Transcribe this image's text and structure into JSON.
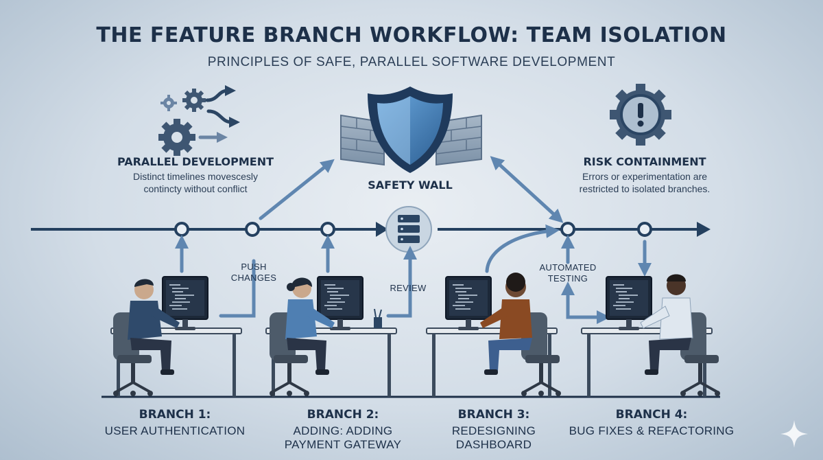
{
  "title": "THE FEATURE BRANCH WORKFLOW: TEAM ISOLATION",
  "subtitle": "PRINCIPLES OF SAFE, PARALLEL SOFTWARE DEVELOPMENT",
  "parallel": {
    "heading": "PARALLEL DEVELOPMENT",
    "line1": "Distinct timelines movescesly",
    "line2": "contincty without conflict",
    "icon": "gears-arrows-icon"
  },
  "safety": {
    "label": "SAFETY WALL",
    "icon": "shield-wall-icon"
  },
  "risk": {
    "heading": "RISK CONTAINMENT",
    "line1": "Errors or experimentation are",
    "line2": "restricted to isolated branches.",
    "icon": "warning-badge-icon"
  },
  "flow_labels": {
    "push1": "PUSH",
    "push2": "CHANGES",
    "review": "REVIEW",
    "auto1": "AUTOMATED",
    "auto2": "TESTING"
  },
  "branches": [
    {
      "name": "BRANCH 1:",
      "line1": "USER AUTHENTICATION",
      "line2": ""
    },
    {
      "name": "BRANCH 2:",
      "line1": "ADDING: ADDING",
      "line2": "PAYMENT GATEWAY"
    },
    {
      "name": "BRANCH 3:",
      "line1": "REDESIGNING",
      "line2": "DASHBOARD"
    },
    {
      "name": "BRANCH 4:",
      "line1": "BUG FIXES & REFACTORING",
      "line2": ""
    }
  ],
  "colors": {
    "line": "#24405f",
    "arrow": "#5a82ad",
    "shield": "#3f7fbf",
    "monitor": "#1c2838",
    "desk": "#e7ebef"
  }
}
